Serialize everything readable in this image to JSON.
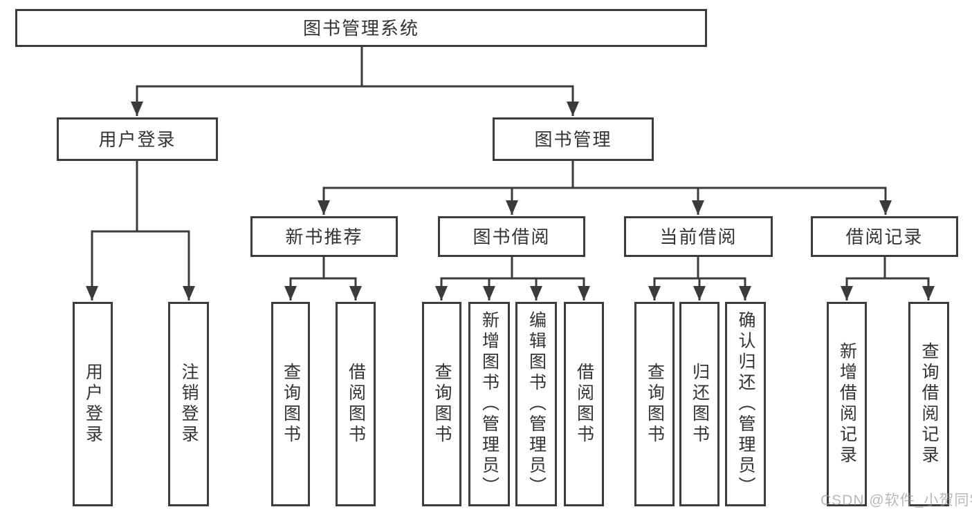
{
  "tree": {
    "label": "图书管理系统",
    "children": [
      {
        "label": "用户登录",
        "children": [
          {
            "label": "用户登录"
          },
          {
            "label": "注销登录"
          }
        ]
      },
      {
        "label": "图书管理",
        "children": [
          {
            "label": "新书推荐",
            "children": [
              {
                "label": "查询图书"
              },
              {
                "label": "借阅图书"
              }
            ]
          },
          {
            "label": "图书借阅",
            "children": [
              {
                "label": "查询图书"
              },
              {
                "label": "新增图书（管理员）"
              },
              {
                "label": "编辑图书（管理员）"
              },
              {
                "label": "借阅图书"
              }
            ]
          },
          {
            "label": "当前借阅",
            "children": [
              {
                "label": "查询图书"
              },
              {
                "label": "归还图书"
              },
              {
                "label": "确认归还（管理员）"
              }
            ]
          },
          {
            "label": "借阅记录",
            "children": [
              {
                "label": "新增借阅记录"
              },
              {
                "label": "查询借阅记录"
              }
            ]
          }
        ]
      }
    ]
  },
  "watermark": {
    "text": "CSDN @软件_小贺同学"
  },
  "colors": {
    "line": "#3b3b3b",
    "text": "#333333",
    "box_background": "#ffffff",
    "watermark": "#969696",
    "background": "#ffffff"
  }
}
